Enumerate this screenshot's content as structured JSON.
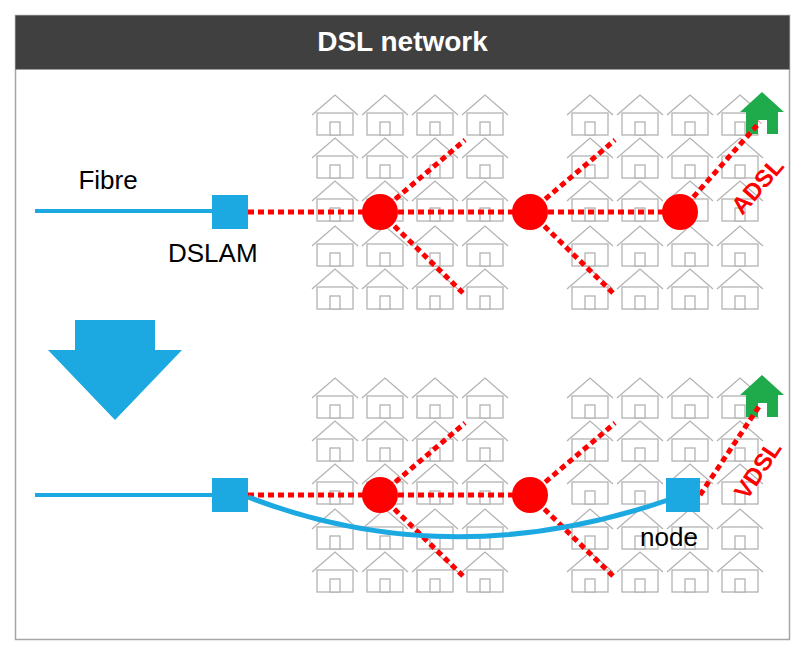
{
  "diagram": {
    "title": "DSL network",
    "nodes": [
      {
        "text": [
          "DSLAM"
        ]
      },
      {
        "text": [
          "node"
        ]
      }
    ],
    "labels": [
      "Fibre",
      "ADSL",
      "VDSL"
    ]
  }
}
